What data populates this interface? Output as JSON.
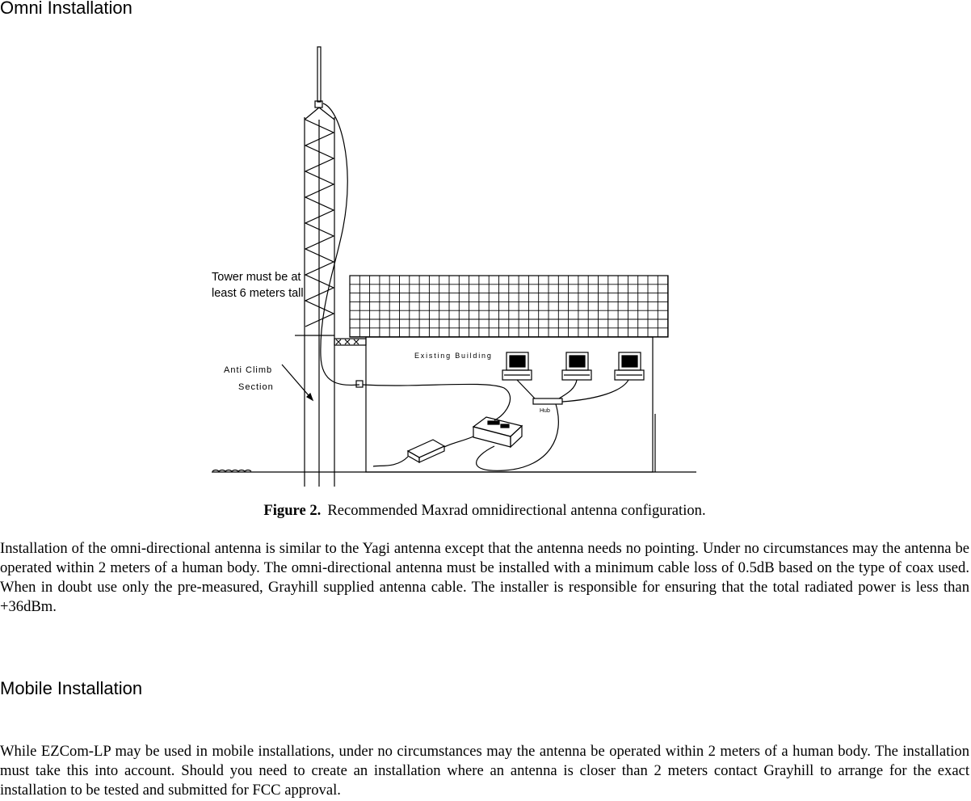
{
  "headings": {
    "omni": "Omni Installation",
    "mobile": "Mobile Installation"
  },
  "figure": {
    "labels": {
      "tower_line1": "Tower must be at",
      "tower_line2": "least 6 meters tall",
      "anti_climb_line1": "Anti Climb",
      "anti_climb_line2": "Section",
      "building": "Existing Building",
      "hub": "Hub"
    },
    "caption_label": "Figure 2.",
    "caption_text": "Recommended Maxrad omnidirectional antenna configuration."
  },
  "paragraphs": {
    "omni": "Installation of the omni-directional antenna is similar to the Yagi antenna except that the antenna needs no pointing. Under no circumstances may the antenna be operated within 2 meters of a human body. The omni-directional antenna must be installed with a minimum cable loss of 0.5dB based on the type of coax used. When in doubt use only the pre-measured, Grayhill supplied antenna cable. The installer is responsible for ensuring that the total radiated power is less than +36dBm.",
    "mobile": "While EZCom-LP may be used in mobile installations, under no circumstances may the antenna be operated within 2 meters of a human body. The installation must take this into account. Should you need to create an installation where an antenna is closer than 2 meters contact Grayhill to arrange for the exact installation to be tested and submitted for FCC approval."
  }
}
